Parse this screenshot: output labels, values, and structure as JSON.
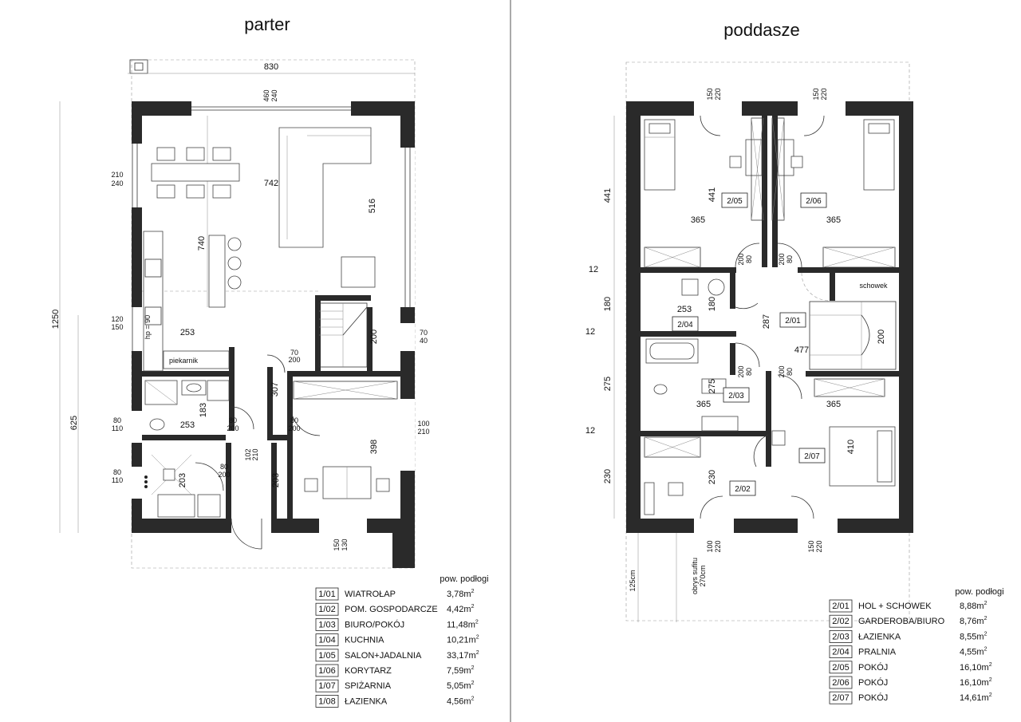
{
  "titles": {
    "left": "parter",
    "right": "poddasze"
  },
  "legend_header": "pow. podłogi",
  "area_unit_sup": "2",
  "ground_rooms": [
    {
      "id": "1/01",
      "name": "WIATROŁAP",
      "area": "3,78m"
    },
    {
      "id": "1/02",
      "name": "POM. GOSPODARCZE",
      "area": "4,42m"
    },
    {
      "id": "1/03",
      "name": "BIURO/POKÓJ",
      "area": "11,48m"
    },
    {
      "id": "1/04",
      "name": "KUCHNIA",
      "area": "10,21m"
    },
    {
      "id": "1/05",
      "name": "SALON+JADALNIA",
      "area": "33,17m"
    },
    {
      "id": "1/06",
      "name": "KORYTARZ",
      "area": "7,59m"
    },
    {
      "id": "1/07",
      "name": "SPIŻARNIA",
      "area": "5,05m"
    },
    {
      "id": "1/08",
      "name": "ŁAZIENKA",
      "area": "4,56m"
    }
  ],
  "attic_rooms": [
    {
      "id": "2/01",
      "name": "HOL + SCHOWEK",
      "area": "8,88m"
    },
    {
      "id": "2/02",
      "name": "GARDEROBA/BIURO",
      "area": "8,76m"
    },
    {
      "id": "2/03",
      "name": "ŁAZIENKA",
      "area": "8,55m"
    },
    {
      "id": "2/04",
      "name": "PRALNIA",
      "area": "4,55m"
    },
    {
      "id": "2/05",
      "name": "POKÓJ",
      "area": "16,10m"
    },
    {
      "id": "2/06",
      "name": "POKÓJ",
      "area": "16,10m"
    },
    {
      "id": "2/07",
      "name": "POKÓJ",
      "area": "14,61m"
    }
  ],
  "ground_dims": {
    "width_top": "830",
    "height_left": "1250",
    "height_left2": "625",
    "w460": "460",
    "w240": "240",
    "d742": "742",
    "d516": "516",
    "d740": "740",
    "d253a": "253",
    "d253b": "253",
    "d200": "200",
    "d307": "307",
    "d183": "183",
    "d398": "398",
    "d203a": "203",
    "d203b": "203",
    "win210": "210",
    "win240": "240",
    "win120": "120",
    "win150": "150",
    "win80a": "80",
    "win110a": "110",
    "win80b": "80",
    "win110b": "110",
    "win70": "70",
    "win40": "40",
    "win100": "100",
    "win210b": "210",
    "win150b": "150",
    "win130": "130",
    "door70": "70",
    "door200a": "200",
    "door80a": "80",
    "door200b": "200",
    "door80b": "80",
    "door200c": "200",
    "door80c": "80",
    "door200d": "200",
    "door102": "102",
    "door210": "210",
    "hp": "hp = 90",
    "piekarnik": "piekarnik"
  },
  "attic_dims": {
    "d441a": "441",
    "d441b": "441",
    "d12a": "12",
    "d180a": "180",
    "d12b": "12",
    "d275a": "275",
    "d12c": "12",
    "d230a": "230",
    "d365a": "365",
    "d365b": "365",
    "d365c": "365",
    "d365d": "365",
    "d253": "253",
    "d180b": "180",
    "d287": "287",
    "d477": "477",
    "d200": "200",
    "d275b": "275",
    "d410": "410",
    "d230b": "230",
    "w150a": "150",
    "w220a": "220",
    "w150b": "150",
    "w220b": "220",
    "w100": "100",
    "w220c": "220",
    "w150c": "150",
    "w220d": "220",
    "dr80a": "80",
    "dr200a": "200",
    "dr80b": "80",
    "dr200b": "200",
    "dr80c": "80",
    "dr200c": "200",
    "dr80d": "80",
    "dr200d": "200",
    "schowek": "schowek",
    "h125": "125cm",
    "obrys": "obrys sufitu",
    "h270": "270cm",
    "labels": {
      "r205": "2/05",
      "r206": "2/06",
      "r204": "2/04",
      "r201": "2/01",
      "r203": "2/03",
      "r207": "2/07",
      "r202": "2/02"
    }
  }
}
